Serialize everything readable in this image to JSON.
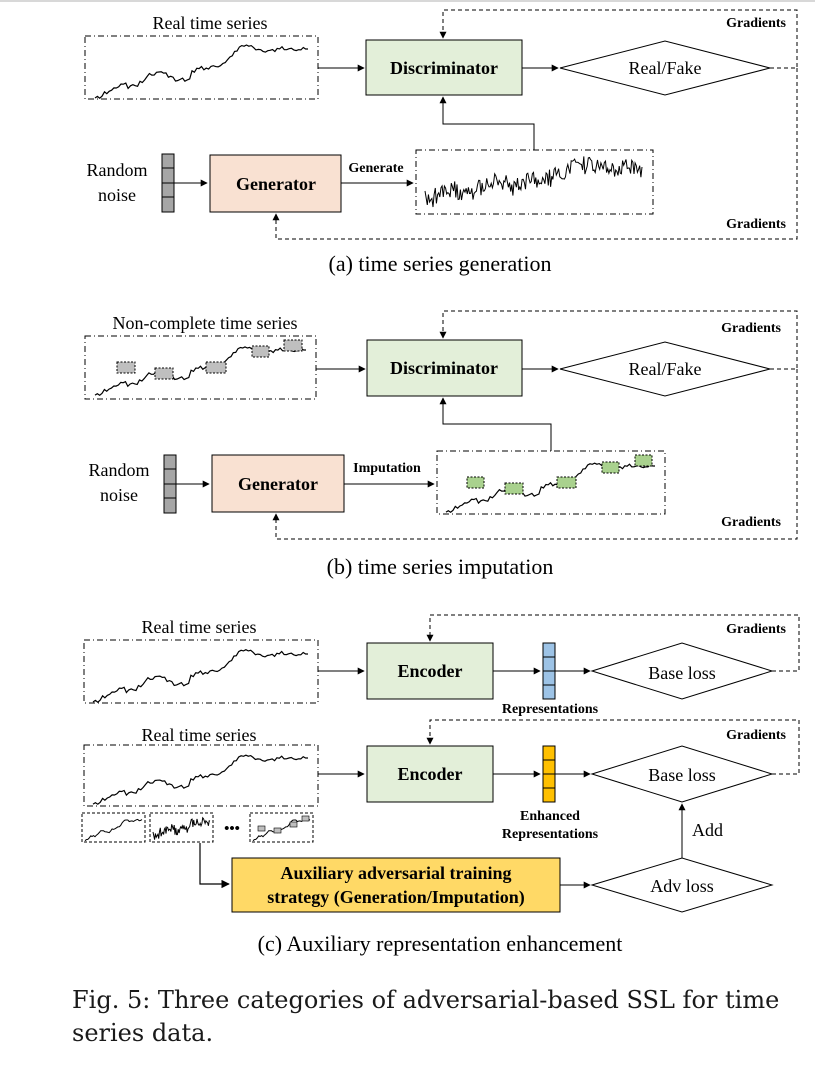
{
  "colors": {
    "generator_fill": "#f9e1d2",
    "discriminator_fill": "#e3efd9",
    "encoder_fill": "#e3efd9",
    "aux_fill": "#ffd966",
    "rep_fill": "#9dc3e6",
    "enhanced_rep_fill": "#ffc000",
    "noise_fill": "#a6a6a6",
    "imputed_fill": "#a9d18e",
    "missing_fill": "#bfbfbf",
    "line": "#000000"
  },
  "panel_a": {
    "real_series_label": "Real time series",
    "discriminator": "Discriminator",
    "real_fake": "Real/Fake",
    "gradients_top": "Gradients",
    "gradients_bottom": "Gradients",
    "random_noise_line1": "Random",
    "random_noise_line2": "noise",
    "generator": "Generator",
    "generate": "Generate",
    "caption": "(a) time series generation"
  },
  "panel_b": {
    "series_label": "Non-complete time series",
    "discriminator": "Discriminator",
    "real_fake": "Real/Fake",
    "gradients_top": "Gradients",
    "gradients_bottom": "Gradients",
    "random_noise_line1": "Random",
    "random_noise_line2": "noise",
    "generator": "Generator",
    "imputation": "Imputation",
    "caption": "(b) time series imputation"
  },
  "panel_c": {
    "series_label_1": "Real time series",
    "encoder_1": "Encoder",
    "representations": "Representations",
    "base_loss_1": "Base loss",
    "gradients_1": "Gradients",
    "series_label_2": "Real time series",
    "encoder_2": "Encoder",
    "enhanced_line1": "Enhanced",
    "enhanced_line2": "Representations",
    "base_loss_2": "Base loss",
    "gradients_2": "Gradients",
    "ellipsis": "•••",
    "aux_line1": "Auxiliary adversarial training",
    "aux_line2": "strategy (Generation/Imputation)",
    "adv_loss": "Adv loss",
    "add": "Add",
    "caption": "(c) Auxiliary representation enhancement"
  },
  "figure_caption": {
    "line1": "Fig. 5: Three categories of adversarial-based SSL for time",
    "line2": "series data."
  }
}
